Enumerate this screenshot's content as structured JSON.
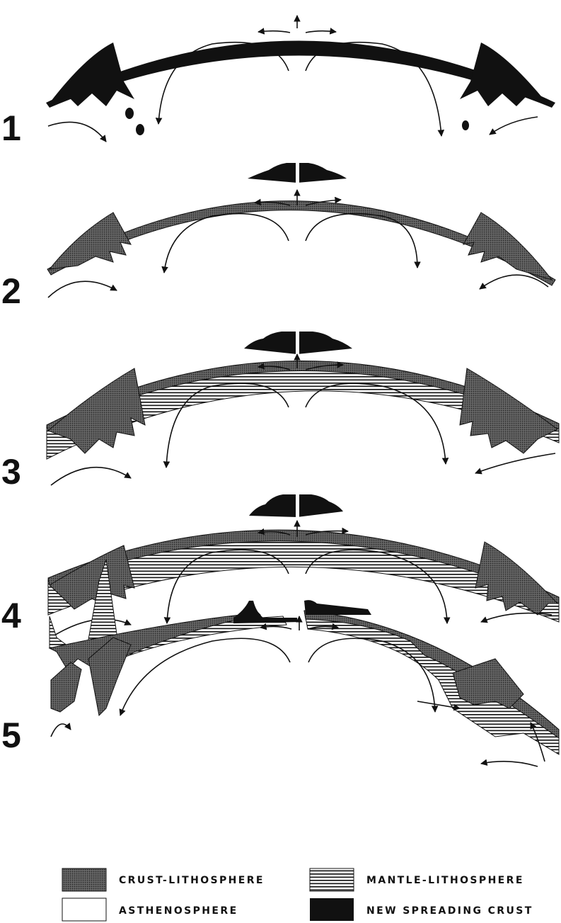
{
  "panels": [
    {
      "number": "1"
    },
    {
      "number": "2"
    },
    {
      "number": "3"
    },
    {
      "number": "4"
    },
    {
      "number": "5"
    }
  ],
  "legend": {
    "crust_lithosphere": "CRUST-LITHOSPHERE",
    "mantle_lithosphere": "MANTLE-LITHOSPHERE",
    "asthenosphere": "ASTHENOSPHERE",
    "new_spreading_crust": "NEW SPREADING CRUST"
  },
  "colors": {
    "ink": "#111111",
    "crust_fill": "#4a4a4a",
    "background": "#ffffff"
  }
}
